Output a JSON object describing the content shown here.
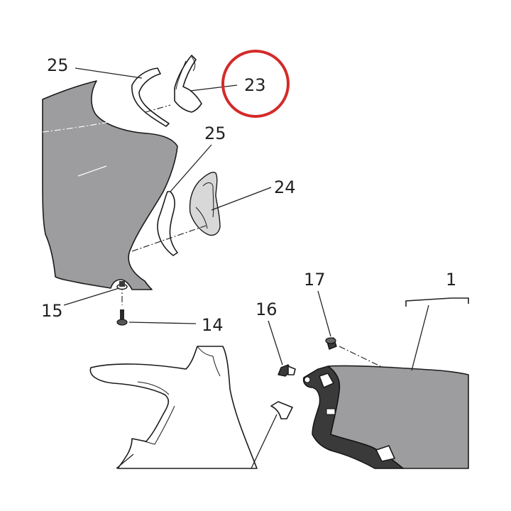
{
  "diagram": {
    "callouts": {
      "c25a": "25",
      "c23": "23",
      "c25b": "25",
      "c24": "24",
      "c15": "15",
      "c14": "14",
      "c17": "17",
      "c16": "16",
      "c1": "1"
    },
    "highlighted_callout": "23",
    "colors": {
      "panel_fill": "#9d9d9f",
      "outline": "#1b1b1b",
      "highlight_ring": "#d42a2a",
      "background": "#ffffff"
    }
  }
}
